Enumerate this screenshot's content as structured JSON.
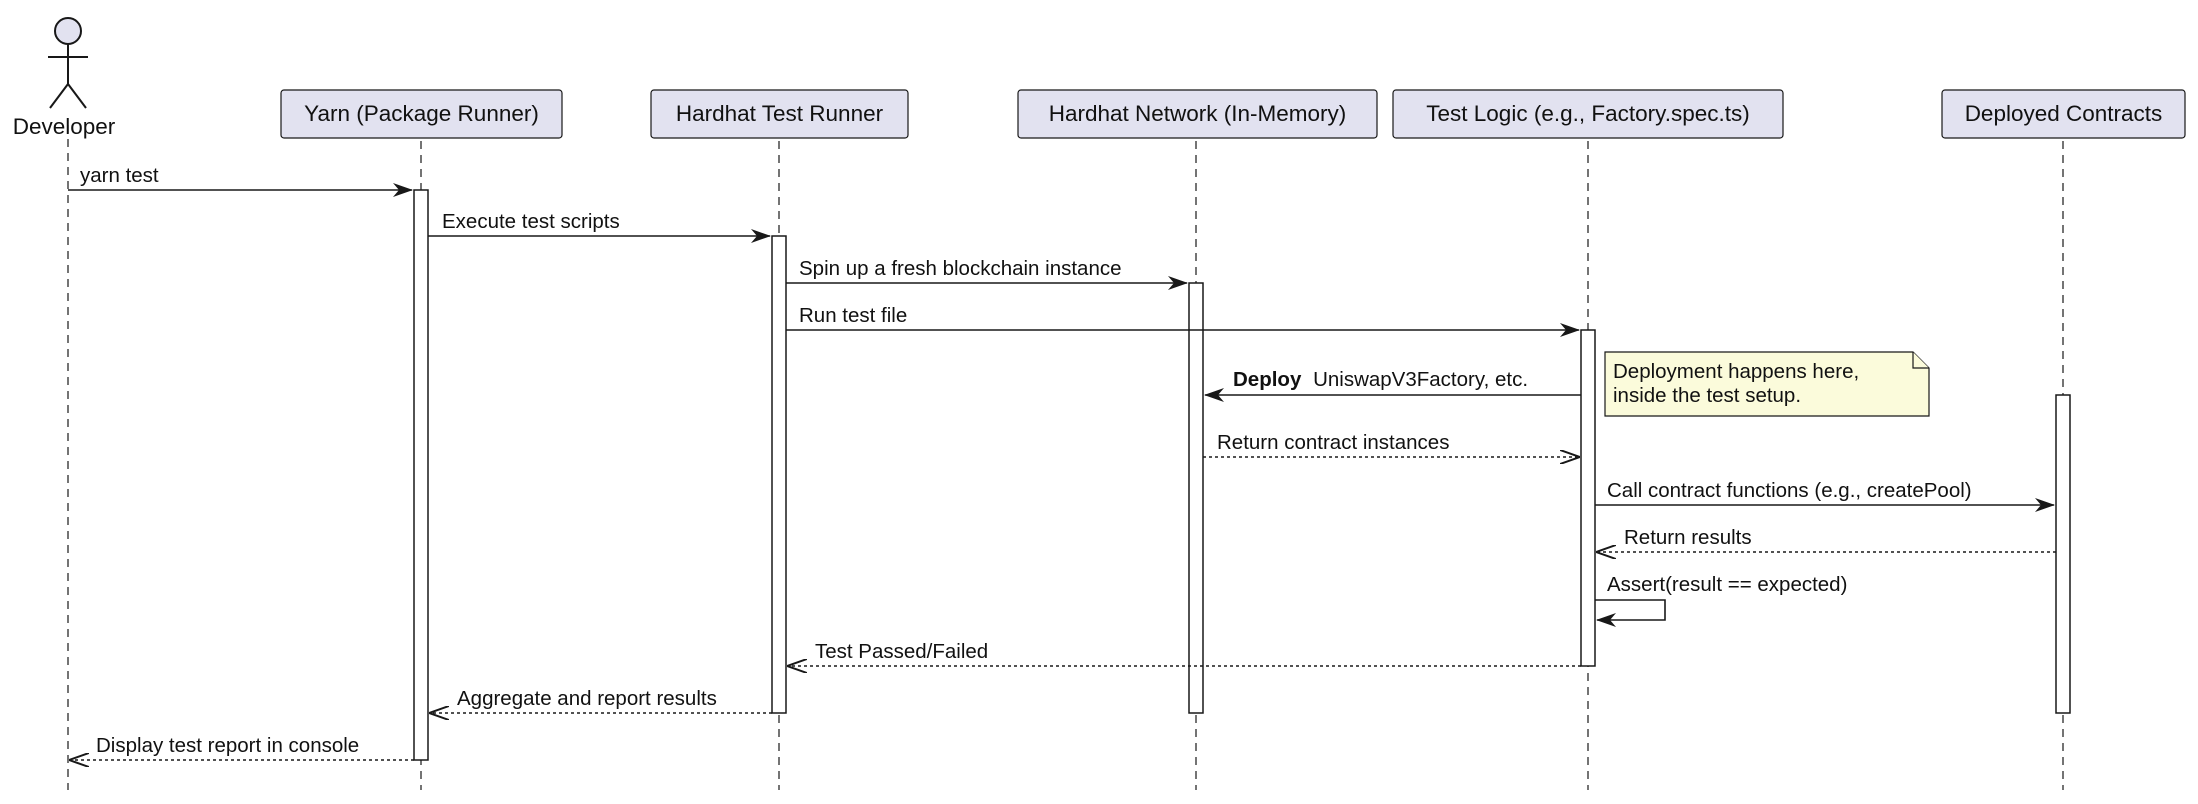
{
  "diagram": {
    "actor": {
      "label": "Developer"
    },
    "participants": [
      {
        "label": "Yarn (Package Runner)"
      },
      {
        "label": "Hardhat Test Runner"
      },
      {
        "label": "Hardhat Network (In-Memory)"
      },
      {
        "label": "Test Logic (e.g., Factory.spec.ts)"
      },
      {
        "label": "Deployed Contracts"
      }
    ],
    "messages": [
      {
        "text": "yarn test"
      },
      {
        "text": "Execute test scripts"
      },
      {
        "text": "Spin up a fresh blockchain instance"
      },
      {
        "text": "Run test file"
      },
      {
        "bold": "Deploy",
        "text": "UniswapV3Factory, etc."
      },
      {
        "text": "Return contract instances"
      },
      {
        "text": "Call contract functions (e.g., createPool)"
      },
      {
        "text": "Return results"
      },
      {
        "text": "Assert(result == expected)"
      },
      {
        "text": "Test Passed/Failed"
      },
      {
        "text": "Aggregate and report results"
      },
      {
        "text": "Display test report in console"
      }
    ],
    "note": {
      "line1": "Deployment happens here,",
      "line2": "inside the test setup."
    },
    "colors": {
      "participant_fill": "#e2e2f0",
      "participant_stroke": "#181818",
      "note_fill": "#fbfbdb",
      "lifeline": "#181818"
    }
  }
}
